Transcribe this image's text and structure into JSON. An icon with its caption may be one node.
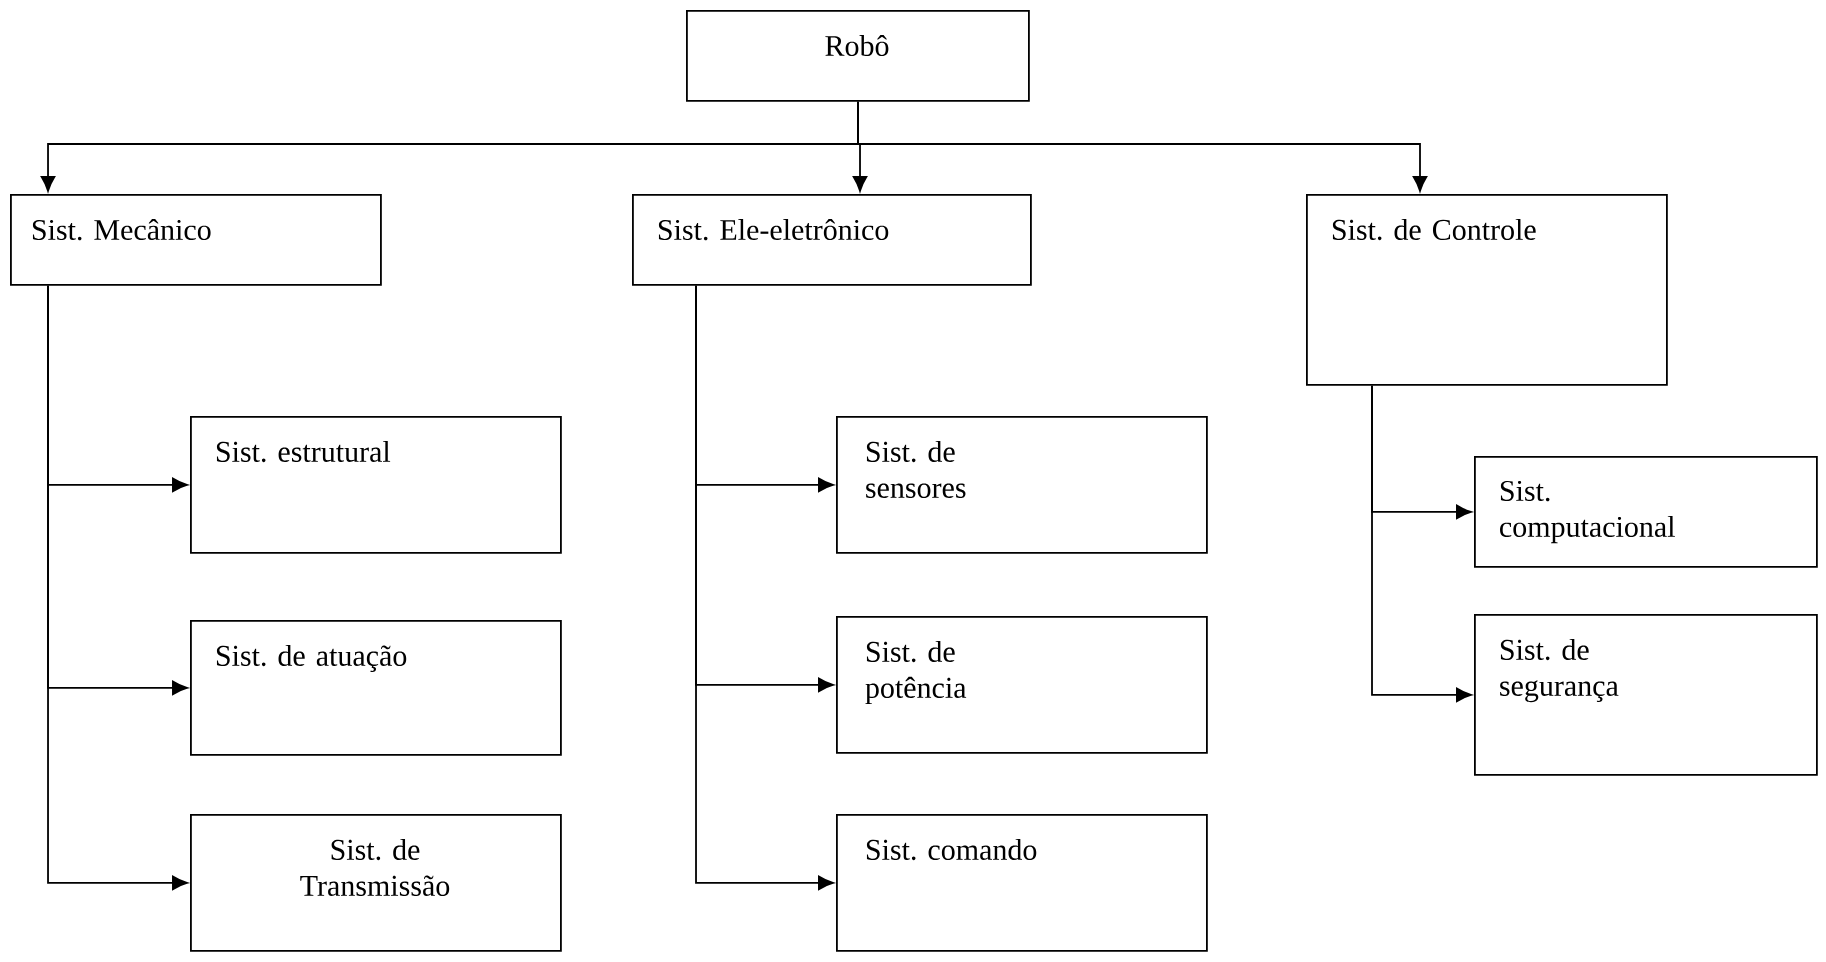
{
  "diagram": {
    "nodes": [
      {
        "text": [
          "Robô"
        ]
      },
      {
        "text": [
          "Sist. Mecânico"
        ]
      },
      {
        "text": [
          "Sist. Ele-eletrônico"
        ]
      },
      {
        "text": [
          "Sist. de Controle"
        ]
      },
      {
        "text": [
          "Sist. estrutural"
        ]
      },
      {
        "text": [
          "Sist. de atuação"
        ]
      },
      {
        "text": [
          "Sist. de Transmissão"
        ]
      },
      {
        "text": [
          "Sist. de sensores"
        ]
      },
      {
        "text": [
          "Sist. de potência"
        ]
      },
      {
        "text": [
          "Sist. comando"
        ]
      },
      {
        "text": [
          "Sist. computacional"
        ]
      },
      {
        "text": [
          "Sist. de segurança"
        ]
      }
    ],
    "edges": [
      {
        "from": 0,
        "to": 1,
        "arrow": "to"
      },
      {
        "from": 0,
        "to": 2,
        "arrow": "to"
      },
      {
        "from": 0,
        "to": 3,
        "arrow": "to"
      },
      {
        "from": 1,
        "to": 4,
        "arrow": "to"
      },
      {
        "from": 1,
        "to": 5,
        "arrow": "to"
      },
      {
        "from": 1,
        "to": 6,
        "arrow": "to"
      },
      {
        "from": 2,
        "to": 7,
        "arrow": "to"
      },
      {
        "from": 2,
        "to": 8,
        "arrow": "to"
      },
      {
        "from": 2,
        "to": 9,
        "arrow": "to"
      },
      {
        "from": 3,
        "to": 10,
        "arrow": "to"
      },
      {
        "from": 3,
        "to": 11,
        "arrow": "to"
      }
    ]
  }
}
